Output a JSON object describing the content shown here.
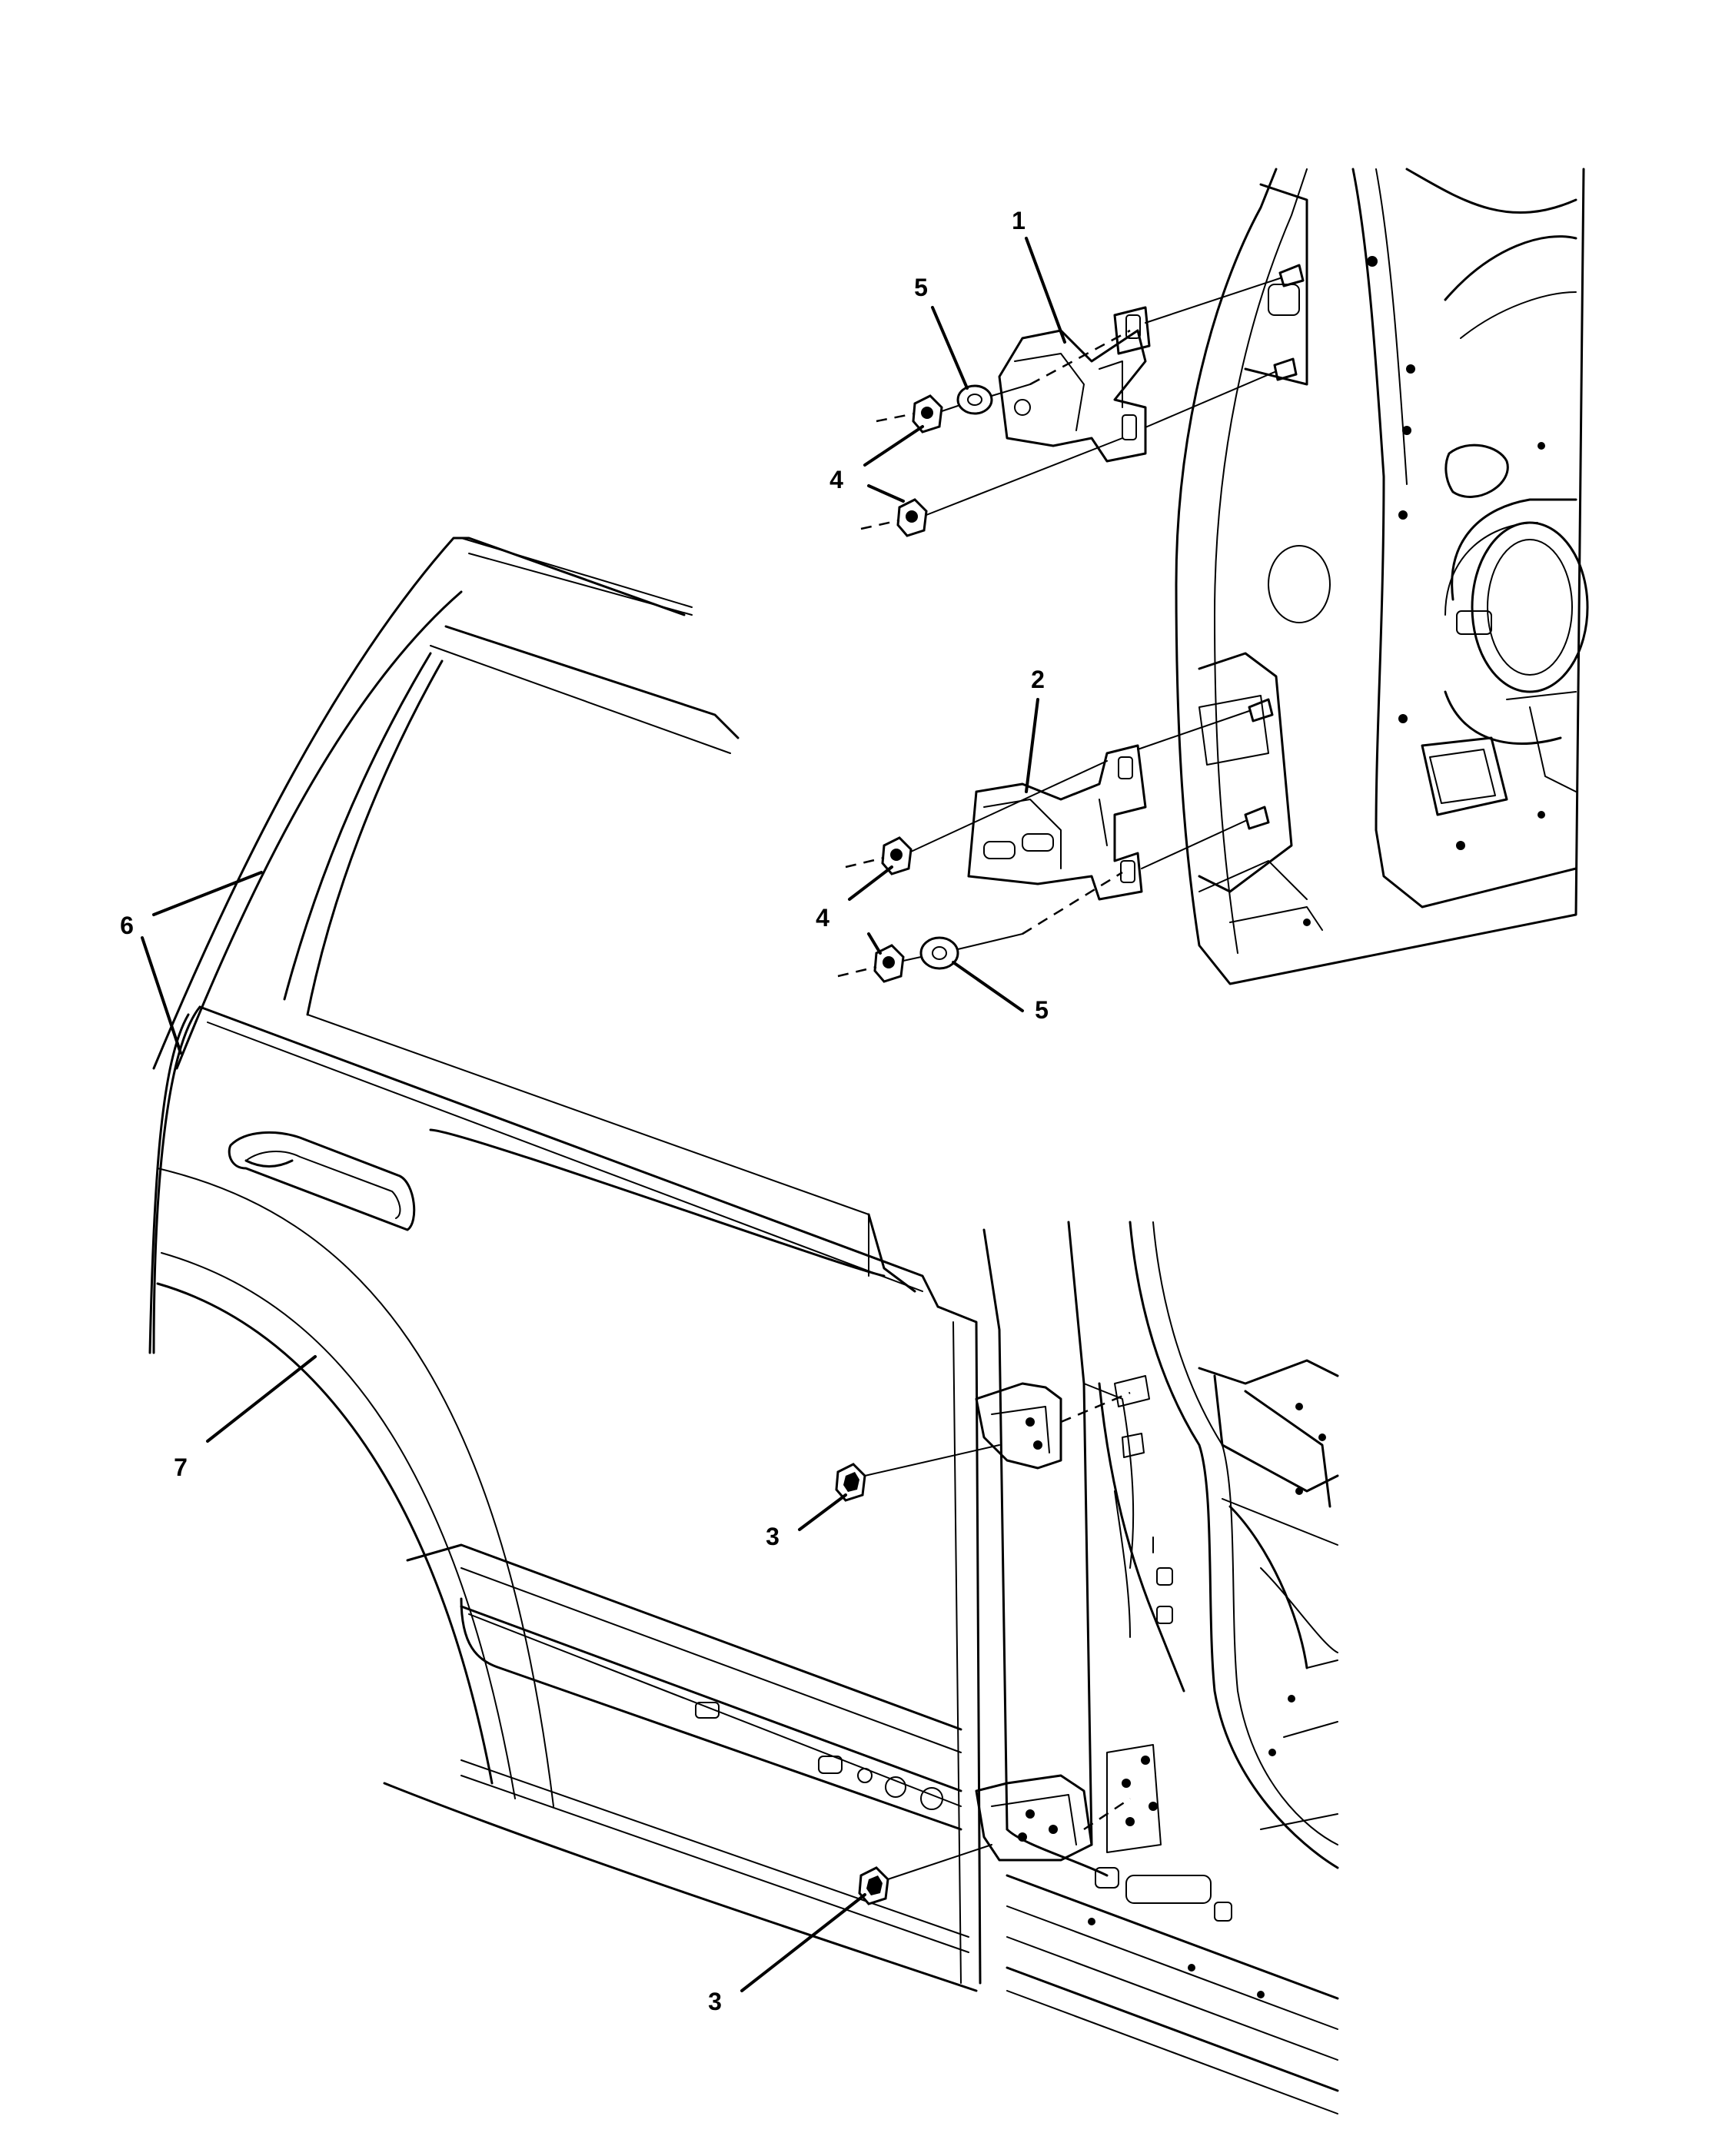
{
  "diagram": {
    "type": "exploded-parts-diagram",
    "callouts": [
      {
        "id": "c1",
        "label": "1"
      },
      {
        "id": "c2",
        "label": "2"
      },
      {
        "id": "c3a",
        "label": "3"
      },
      {
        "id": "c3b",
        "label": "3"
      },
      {
        "id": "c4a",
        "label": "4"
      },
      {
        "id": "c4b",
        "label": "4"
      },
      {
        "id": "c5a",
        "label": "5"
      },
      {
        "id": "c5b",
        "label": "5"
      },
      {
        "id": "c6",
        "label": "6"
      },
      {
        "id": "c7",
        "label": "7"
      }
    ]
  }
}
